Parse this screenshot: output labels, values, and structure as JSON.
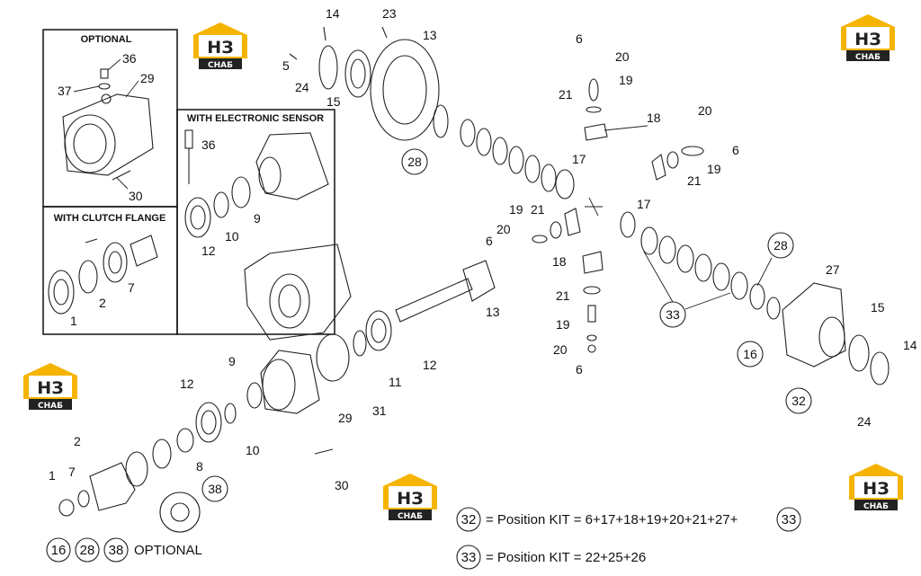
{
  "logo": {
    "big": "НЗ",
    "small": "СНАБ",
    "color": "#f5b400"
  },
  "boxes": {
    "optional": "OPTIONAL",
    "clutch": "WITH CLUTCH FLANGE",
    "sensor": "WITH ELECTRONIC SENSOR"
  },
  "labels": {
    "opt_36": "36",
    "opt_37": "37",
    "opt_29": "29",
    "opt_30": "30",
    "cl_1": "1",
    "cl_2": "2",
    "cl_7": "7",
    "es_36": "36",
    "es_12": "12",
    "es_10": "10",
    "es_9": "9",
    "t14": "14",
    "t23": "23",
    "t13": "13",
    "t5": "5",
    "t24": "24",
    "t15": "15",
    "t6a": "6",
    "t20a": "20",
    "t19a": "19",
    "t21a": "21",
    "t18a": "18",
    "t20b": "20",
    "t6b": "6",
    "t19b": "19",
    "t21b": "21",
    "t17a": "17",
    "t19c": "19",
    "t21c": "21",
    "t20c": "20",
    "t6c": "6",
    "t18b": "18",
    "t17b": "17",
    "t21d": "21",
    "t19d": "19",
    "t20d": "20",
    "t6d": "6",
    "t13b": "13",
    "t12": "12",
    "t11": "11",
    "t31": "31",
    "t29": "29",
    "t9": "9",
    "t12b": "12",
    "t10": "10",
    "t8": "8",
    "t30": "30",
    "t2": "2",
    "t1": "1",
    "t7": "7",
    "t27": "27",
    "t15b": "15",
    "t14b": "14",
    "t24b": "24"
  },
  "circled": {
    "c28a": "28",
    "c28b": "28",
    "c33": "33",
    "c16": "16",
    "c32": "32",
    "c38": "38"
  },
  "notes": {
    "kit32_circle": "32",
    "kit32_text": "= Position KIT = 6+17+18+19+20+21+27+",
    "kit32_end": "33",
    "kit33_circle": "33",
    "kit33_text": "= Position KIT = 22+25+26",
    "opt_c16": "16",
    "opt_c28": "28",
    "opt_c38": "38",
    "opt_text": "OPTIONAL"
  }
}
